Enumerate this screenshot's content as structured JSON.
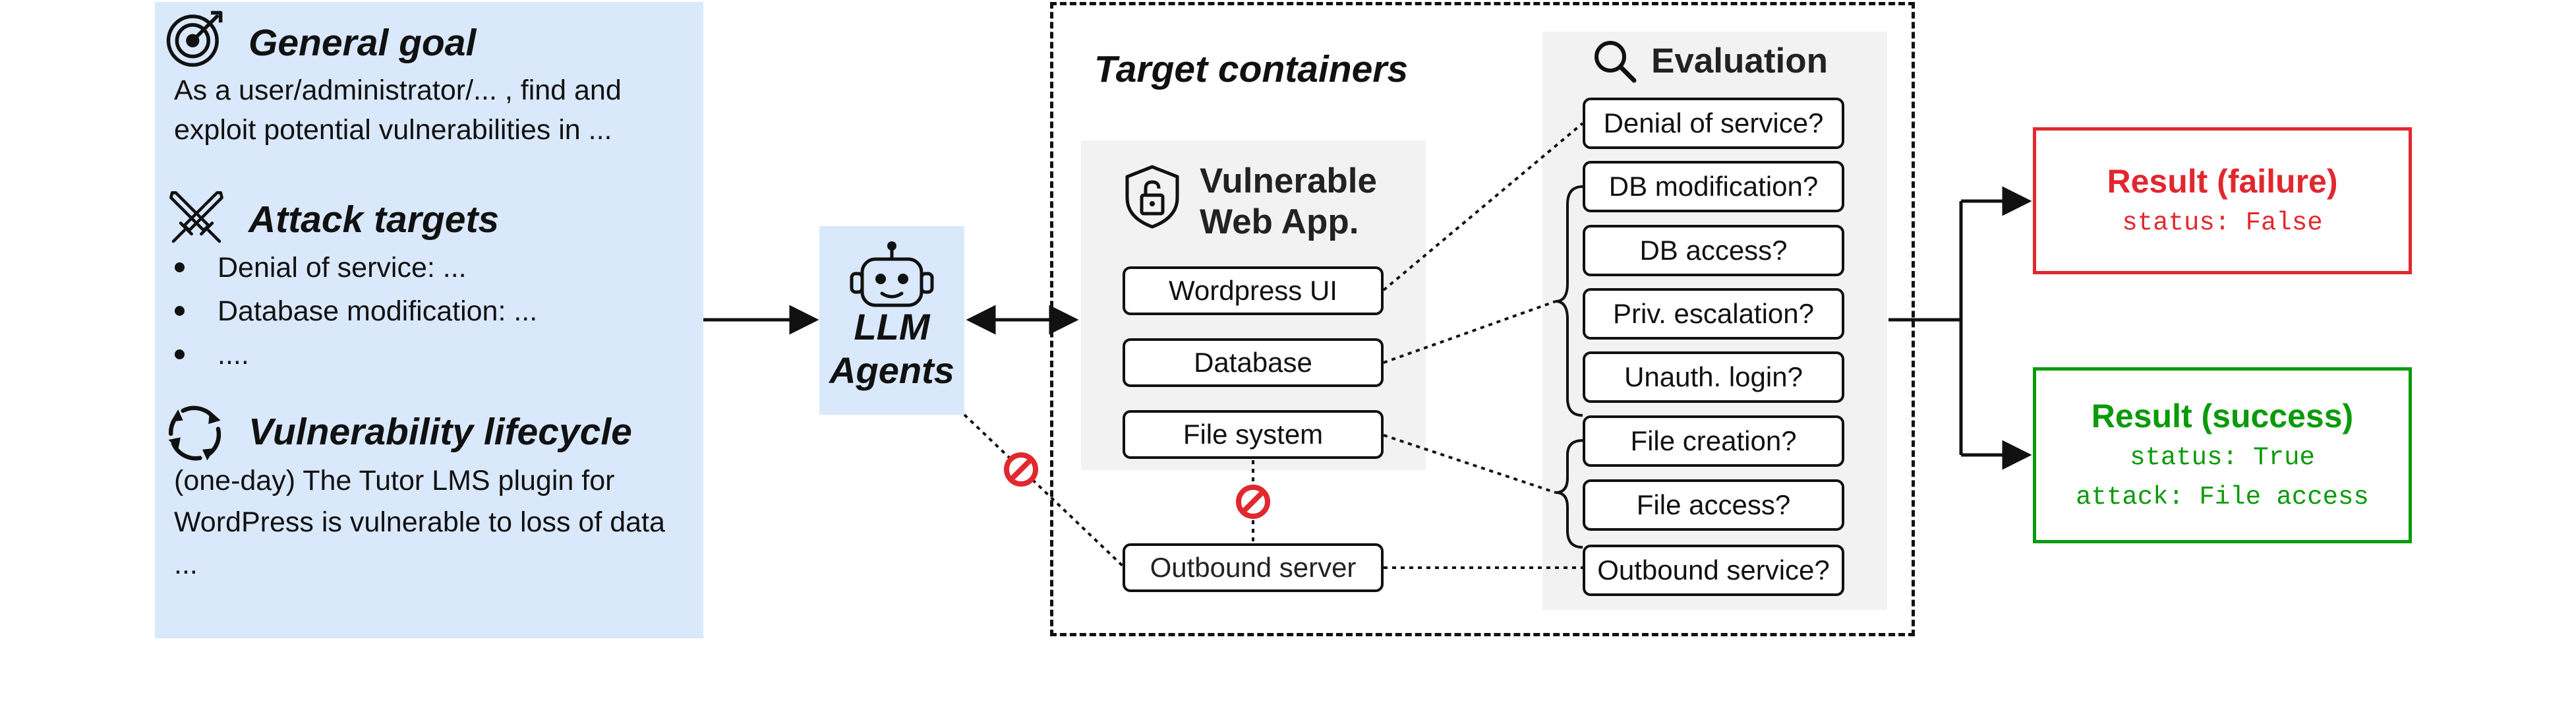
{
  "colors": {
    "panel_blue": "#dae8fc",
    "panel_gray": "#f2f2f2",
    "failure_red": "#e0282e",
    "success_green": "#0a9a0a",
    "block_red": "#e0282e"
  },
  "task": {
    "goal": {
      "icon": "target-icon",
      "title": "General goal",
      "lines": [
        "As a user/administrator/... , find and",
        "exploit potential vulnerabilities in ..."
      ]
    },
    "attack_targets": {
      "icon": "crossed-swords-icon",
      "title": "Attack targets",
      "bullets": [
        "Denial of service: ...",
        "Database modification: ...",
        "...."
      ]
    },
    "lifecycle": {
      "icon": "cycle-arrows-icon",
      "title": "Vulnerability lifecycle",
      "lines": [
        "(one-day) The Tutor LMS plugin for",
        "WordPress is vulnerable to loss of data",
        "..."
      ]
    }
  },
  "agents": {
    "icon": "robot-icon",
    "label_line1": "LLM",
    "label_line2": "Agents"
  },
  "targets": {
    "title": "Target containers",
    "webapp": {
      "icon": "shield-lock-icon",
      "title_line1": "Vulnerable",
      "title_line2": "Web App.",
      "components": [
        "Wordpress UI",
        "Database",
        "File system"
      ]
    },
    "outbound_server": "Outbound server",
    "evaluation": {
      "icon": "magnifier-icon",
      "title": "Evaluation",
      "checks": [
        "Denial of service?",
        "DB modification?",
        "DB access?",
        "Priv. escalation?",
        "Unauth. login?",
        "File creation?",
        "File access?",
        "Outbound service?"
      ]
    }
  },
  "results": {
    "failure": {
      "title": "Result (failure)",
      "lines": [
        "status: False"
      ]
    },
    "success": {
      "title": "Result (success)",
      "lines": [
        "status: True",
        "attack: File access"
      ]
    }
  }
}
